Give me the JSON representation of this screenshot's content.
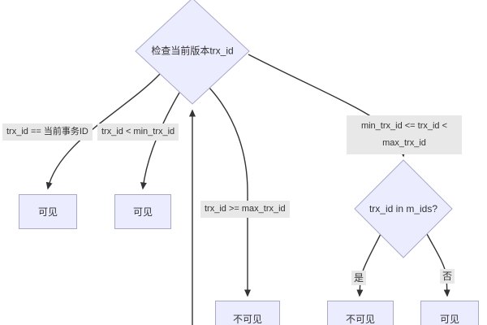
{
  "colors": {
    "node_fill": "#ECECFF",
    "node_border": "#A9A9C8",
    "edge": "#333333",
    "edge_label_bg": "#E8E8E8",
    "text": "#333333",
    "background": "#FFFFFF"
  },
  "flowchart": {
    "decision_check": {
      "label": "检查当前版本trx_id"
    },
    "decision_in_mids": {
      "label": "trx_id in m_ids?"
    },
    "result_visible_eq": {
      "label": "可见"
    },
    "result_visible_lt": {
      "label": "可见"
    },
    "result_invisible_ge": {
      "label": "不可见"
    },
    "result_invisible_in": {
      "label": "不可见"
    },
    "result_visible_notin": {
      "label": "可见"
    },
    "edges": {
      "eq_current": {
        "label": "trx_id == 当前事务ID"
      },
      "lt_min": {
        "label": "trx_id < min_trx_id"
      },
      "ge_max": {
        "label": "trx_id >= max_trx_id"
      },
      "between": {
        "label": "min_trx_id <= trx_id < max_trx_id"
      },
      "yes": {
        "label": "是"
      },
      "no": {
        "label": "否"
      }
    }
  }
}
